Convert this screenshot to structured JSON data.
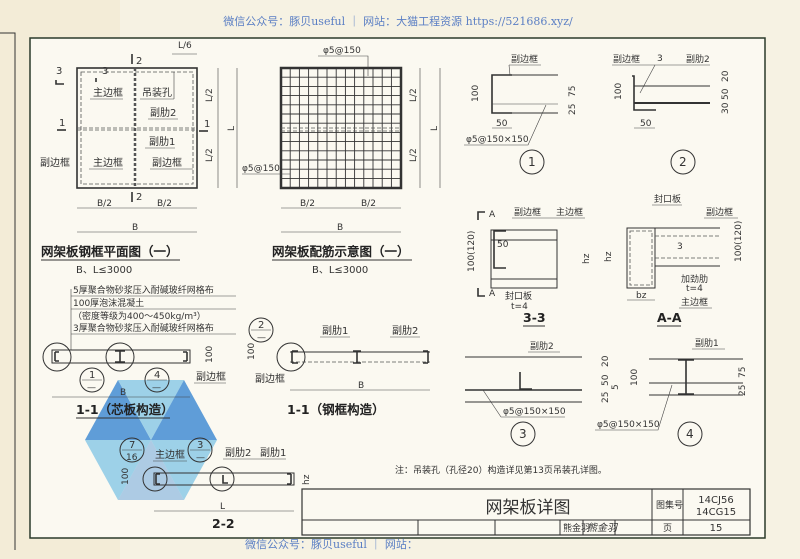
{
  "watermark": {
    "top": "微信公众号：豚贝useful ｜ 网站：大猫工程资源 https://521686.xyz/",
    "bottom": "微信公众号：豚贝useful ｜ 网站："
  },
  "plan1": {
    "title": "网架板钢框平面图（一）",
    "subtitle": "B、L≤3000",
    "main_frame": "主边框",
    "hoist_hole": "吊装孔",
    "rib2": "副肋2",
    "rib1": "副肋1",
    "sub_frame": "副边框",
    "dim_l6": "L/6",
    "dim_l2": "L/2",
    "dim_l": "L",
    "dim_b2": "B/2",
    "dim_b": "B",
    "mark1": "1",
    "mark2": "2",
    "mark3": "3"
  },
  "plan2": {
    "title": "网架板配筋示意图（一）",
    "subtitle": "B、L≤3000",
    "rebar": "φ5@150",
    "dim_l2": "L/2",
    "dim_l": "L",
    "dim_b2": "B/2",
    "dim_b": "B"
  },
  "section_core": {
    "layers": [
      "5厚聚合物砂浆压入耐碱玻纤网格布",
      "100厚泡沫混凝土",
      "（密度等级为400～450kg/m³）",
      "3厚聚合物砂浆压入耐碱玻纤网格布"
    ],
    "callout1": "1",
    "callout4": "4",
    "dash": "—",
    "dim": "100",
    "sub_frame": "副边框",
    "dim_b": "B",
    "title": "1-1（芯板构造）"
  },
  "section_frame": {
    "callout2": "2",
    "dash": "—",
    "rib1": "副肋1",
    "rib2": "副肋2",
    "sub_frame": "副边框",
    "dim": "100",
    "dim_b": "B",
    "title": "1-1（钢框构造）"
  },
  "section_22": {
    "callout7": "7",
    "callout16": "16",
    "callout3": "3",
    "dash": "—",
    "main_frame": "主边框",
    "rib2": "副肋2",
    "rib1": "副肋1",
    "dim": "100",
    "dim_hz": "hz",
    "dim_l": "L",
    "title": "2-2"
  },
  "detail1": {
    "label": "副边框",
    "d100": "100",
    "d75": "75",
    "d25": "25",
    "d50": "50",
    "rebar": "φ5@150×150",
    "num": "1"
  },
  "detail2": {
    "label": "副边框",
    "rib": "副肋2",
    "weld": "3",
    "d100": "100",
    "d20": "20",
    "d50": "50",
    "d30": "30",
    "w50": "50",
    "num": "2"
  },
  "section_33": {
    "a": "A",
    "sub_frame": "副边框",
    "main_frame": "主边框",
    "d": "100(120)",
    "d50": "50",
    "hz": "hz",
    "seal": "封口板",
    "t": "t=4",
    "title": "3-3"
  },
  "section_aa": {
    "seal": "封口板",
    "sub_frame": "副边框",
    "weld": "3",
    "hz": "hz",
    "d": "100(120)",
    "stiff": "加劲肋",
    "t": "t=4",
    "main_frame": "主边框",
    "bz": "bz",
    "title": "A-A"
  },
  "detail3": {
    "rib": "副肋2",
    "d20": "20",
    "d50": "50",
    "d25": "25",
    "d5": "5",
    "rebar": "φ5@150×150",
    "num": "3"
  },
  "detail4": {
    "rib": "副肋1",
    "d100": "100",
    "d75": "75",
    "d25": "25",
    "rebar": "φ5@150×150",
    "num": "4"
  },
  "note": "注：吊装孔（孔径20）构造详见第13页吊装孔详图。",
  "title_block": {
    "title": "网架板详图",
    "atlas_label": "图集号",
    "atlas_no_1": "14CJ56",
    "atlas_no_2": "14CG15",
    "page_label": "页",
    "page_no": "15",
    "designer": "熊金羽"
  }
}
